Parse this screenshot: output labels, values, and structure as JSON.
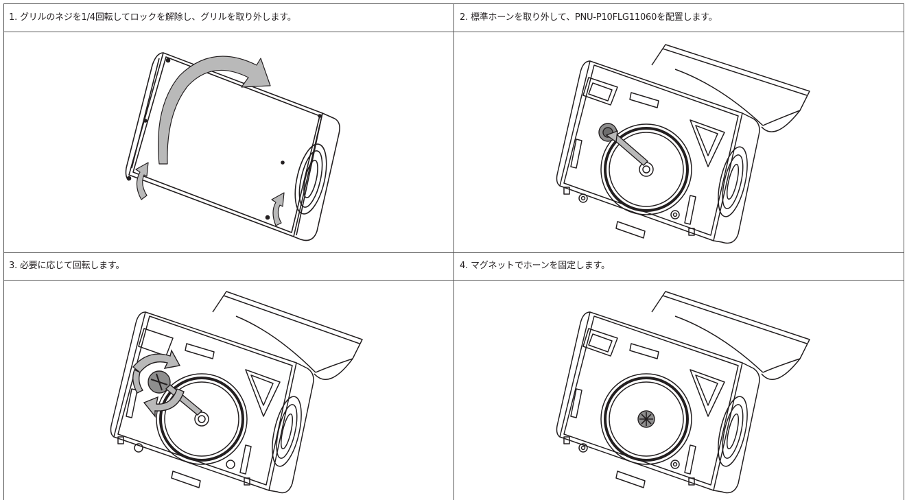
{
  "steps": [
    {
      "number": "1.",
      "text": "グリルのネジを1/4回転してロックを解除し、グリルを取り外します。",
      "illustration": "speaker-with-grille-rotate-icon"
    },
    {
      "number": "2.",
      "text": "標準ホーンを取り外して、PNU-P10FLG11060を配置します。",
      "illustration": "speaker-open-horn-removal-icon"
    },
    {
      "number": "3.",
      "text": "必要に応じて回転します。",
      "illustration": "speaker-horn-rotate-icon"
    },
    {
      "number": "4.",
      "text": "マグネットでホーンを固定します。",
      "illustration": "speaker-horn-fixed-icon"
    }
  ],
  "colors": {
    "line": "#231f20",
    "arrow_fill": "#b9b9b9",
    "border": "#555555"
  }
}
